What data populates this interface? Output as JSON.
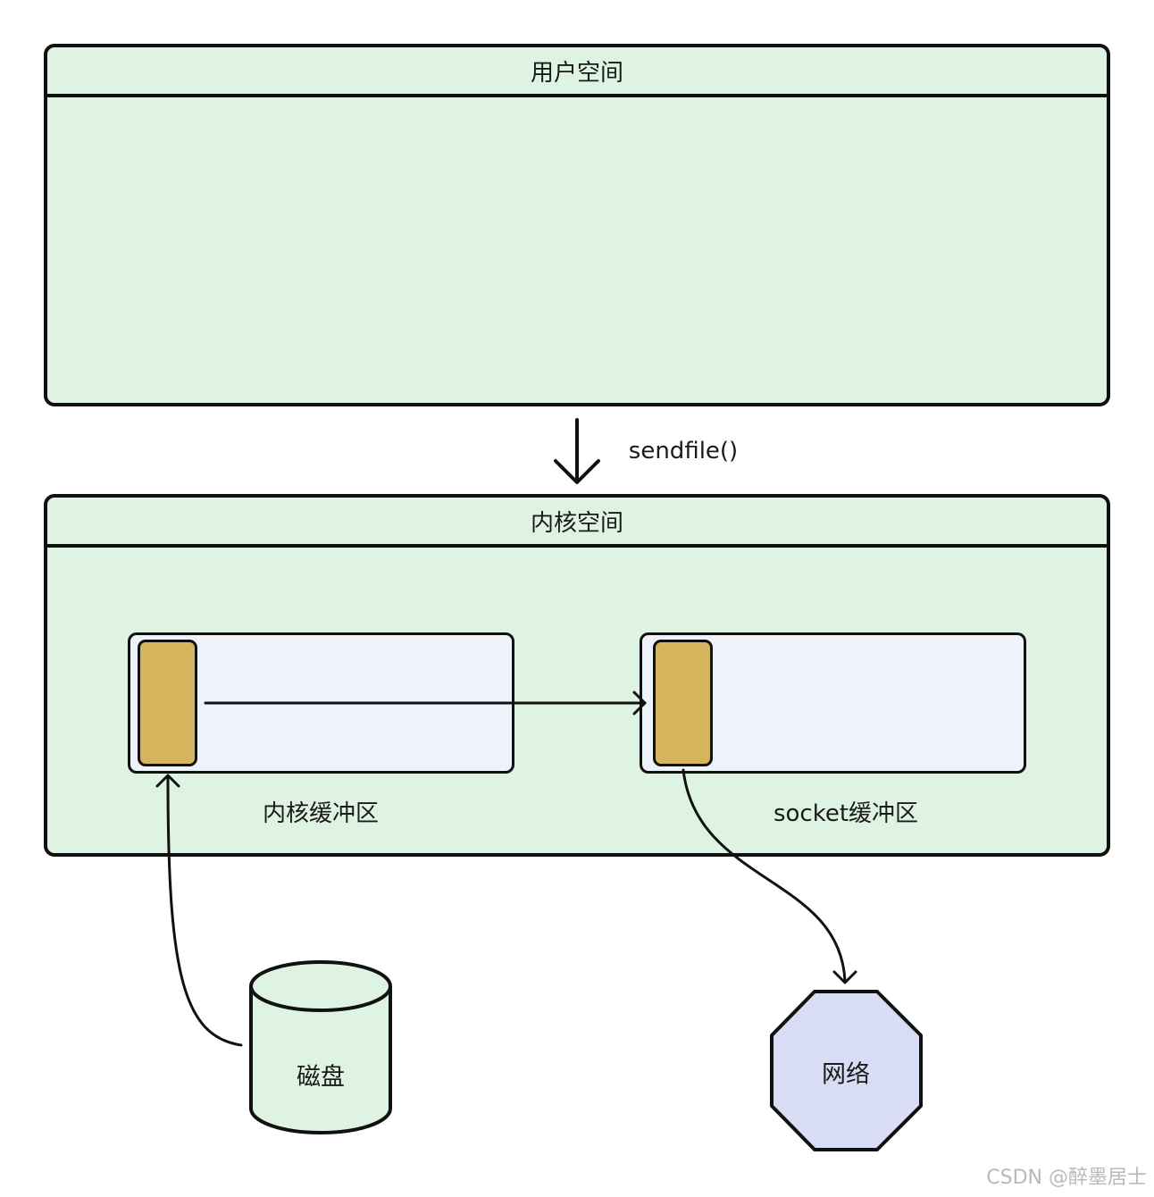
{
  "user_space": {
    "title": "用户空间"
  },
  "syscall": {
    "label": "sendfile()"
  },
  "kernel_space": {
    "title": "内核空间",
    "kernel_buffer_label": "内核缓冲区",
    "socket_buffer_label": "socket缓冲区"
  },
  "disk": {
    "label": "磁盘"
  },
  "network": {
    "label": "网络"
  },
  "watermark": "CSDN @醉墨居士",
  "colors": {
    "panel_fill": "#dff3e3",
    "buffer_fill": "#eef2fb",
    "block_fill": "#d4b45c",
    "disk_fill": "#dff3e3",
    "network_fill": "#d8dcf4",
    "stroke": "#111111"
  }
}
